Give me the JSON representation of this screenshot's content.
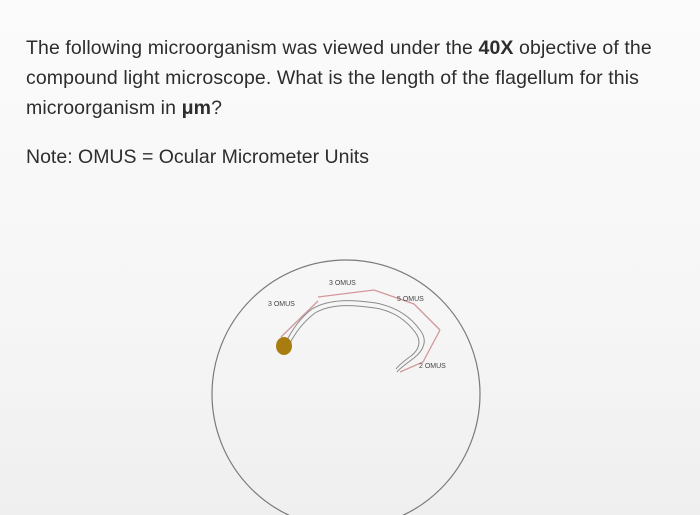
{
  "question": {
    "part1": "The following microorganism was viewed under the ",
    "objective": "40X",
    "part2": " objective of the compound light microscope. What is the length of the flagellum for this microorganism in ",
    "unit": "μm",
    "part3": "?"
  },
  "note": "Note: OMUS = Ocular Micrometer Units",
  "figure": {
    "labels": {
      "seg1": "3 OMUS",
      "seg2": "3 OMUS",
      "seg3": "5 OMUS",
      "seg4": "2 OMUS"
    },
    "colors": {
      "cell_body": "#a87c0e",
      "bracket": "#d2989c",
      "flagellum": "#8a8a8a",
      "field_outline": "#7a7a7a"
    }
  }
}
